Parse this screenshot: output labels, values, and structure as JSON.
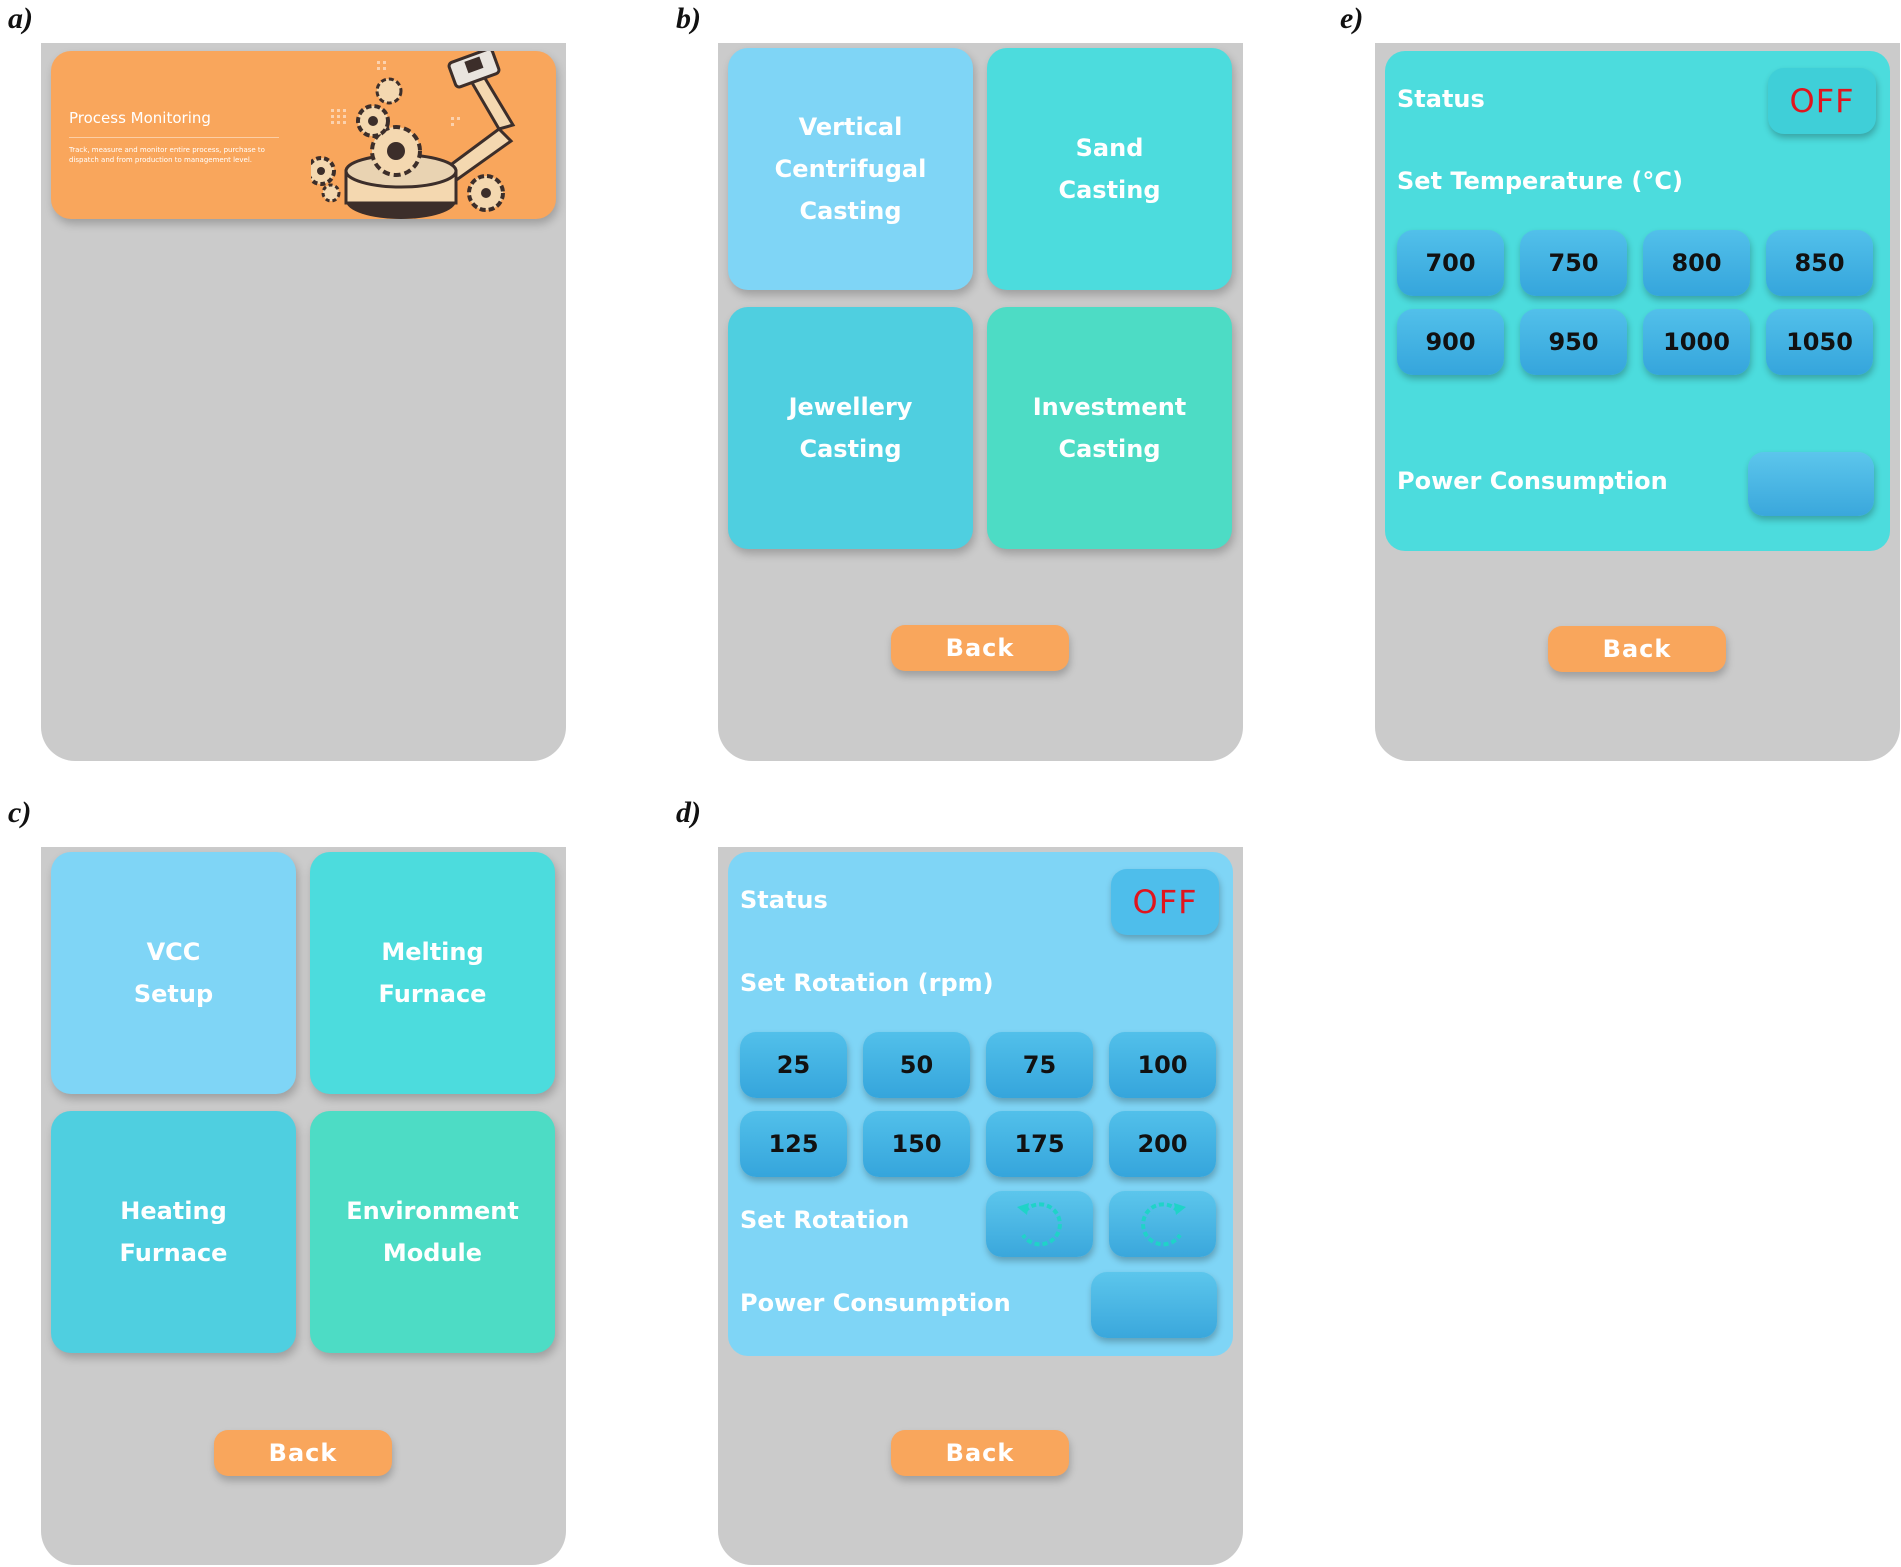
{
  "labels": {
    "a": "a)",
    "b": "b)",
    "c": "c)",
    "d": "d)",
    "e": "e)"
  },
  "screen_a": {
    "banner_title": "Process Monitoring",
    "banner_desc": "Track, measure and monitor entire process, purchase to dispatch and from production to management level.",
    "banner_color": "#f9a65c"
  },
  "screen_b": {
    "tiles": [
      "Vertical\nCentrifugal\nCasting",
      "Sand\nCasting",
      "Jewellery\nCasting",
      "Investment\nCasting"
    ],
    "back": "Back"
  },
  "screen_c": {
    "tiles": [
      "VCC\nSetup",
      "Melting\nFurnace",
      "Heating\nFurnace",
      "Environment\nModule"
    ],
    "back": "Back"
  },
  "screen_d": {
    "status_label": "Status",
    "status_value": "OFF",
    "set_label": "Set Rotation (rpm)",
    "values": [
      "25",
      "50",
      "75",
      "100",
      "125",
      "150",
      "175",
      "200"
    ],
    "rotation_label": "Set Rotation",
    "rotation_icons": [
      "rotate-counterclockwise-icon",
      "rotate-clockwise-icon"
    ],
    "power_label": "Power Consumption",
    "back": "Back"
  },
  "screen_e": {
    "status_label": "Status",
    "status_value": "OFF",
    "set_label": "Set Temperature (°C)",
    "values": [
      "700",
      "750",
      "800",
      "850",
      "900",
      "950",
      "1000",
      "1050"
    ],
    "power_label": "Power Consumption",
    "back": "Back"
  },
  "colors": {
    "orange": "#f9a65c",
    "light_blue": "#7fd5f6",
    "cyan": "#4cdcdd",
    "teal": "#4fcfe0",
    "mint": "#4ddcc5",
    "off_red": "#e0151e",
    "screen_gray": "#cbcbcb"
  }
}
